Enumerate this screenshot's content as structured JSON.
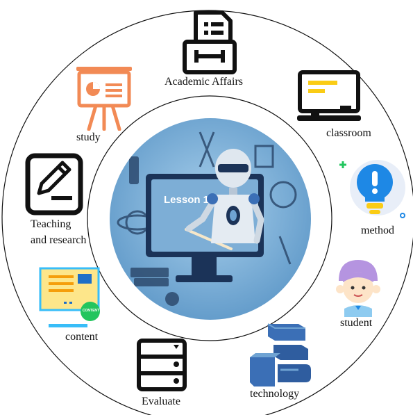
{
  "center_image": {
    "screen_text": "Lesson 1"
  },
  "nodes": {
    "academic_affairs": {
      "label": "Academic Affairs"
    },
    "classroom": {
      "label": "classroom"
    },
    "method": {
      "label": "method"
    },
    "student": {
      "label": "student"
    },
    "technology": {
      "label": "technology"
    },
    "evaluate": {
      "label": "Evaluate"
    },
    "content": {
      "label": "content",
      "badge": "CONTENT"
    },
    "teaching": {
      "label_line1": "Teaching",
      "label_line2": "and research"
    },
    "study": {
      "label": "study"
    }
  },
  "colors": {
    "study_orange": "#f28a55",
    "method_blue": "#1e88e5",
    "content_yellow": "#fde68a",
    "content_green": "#22c55e",
    "classroom_yellow": "#facc15",
    "technology_blue": "#3b6fb6",
    "center_bg": "#7fb3d9"
  }
}
